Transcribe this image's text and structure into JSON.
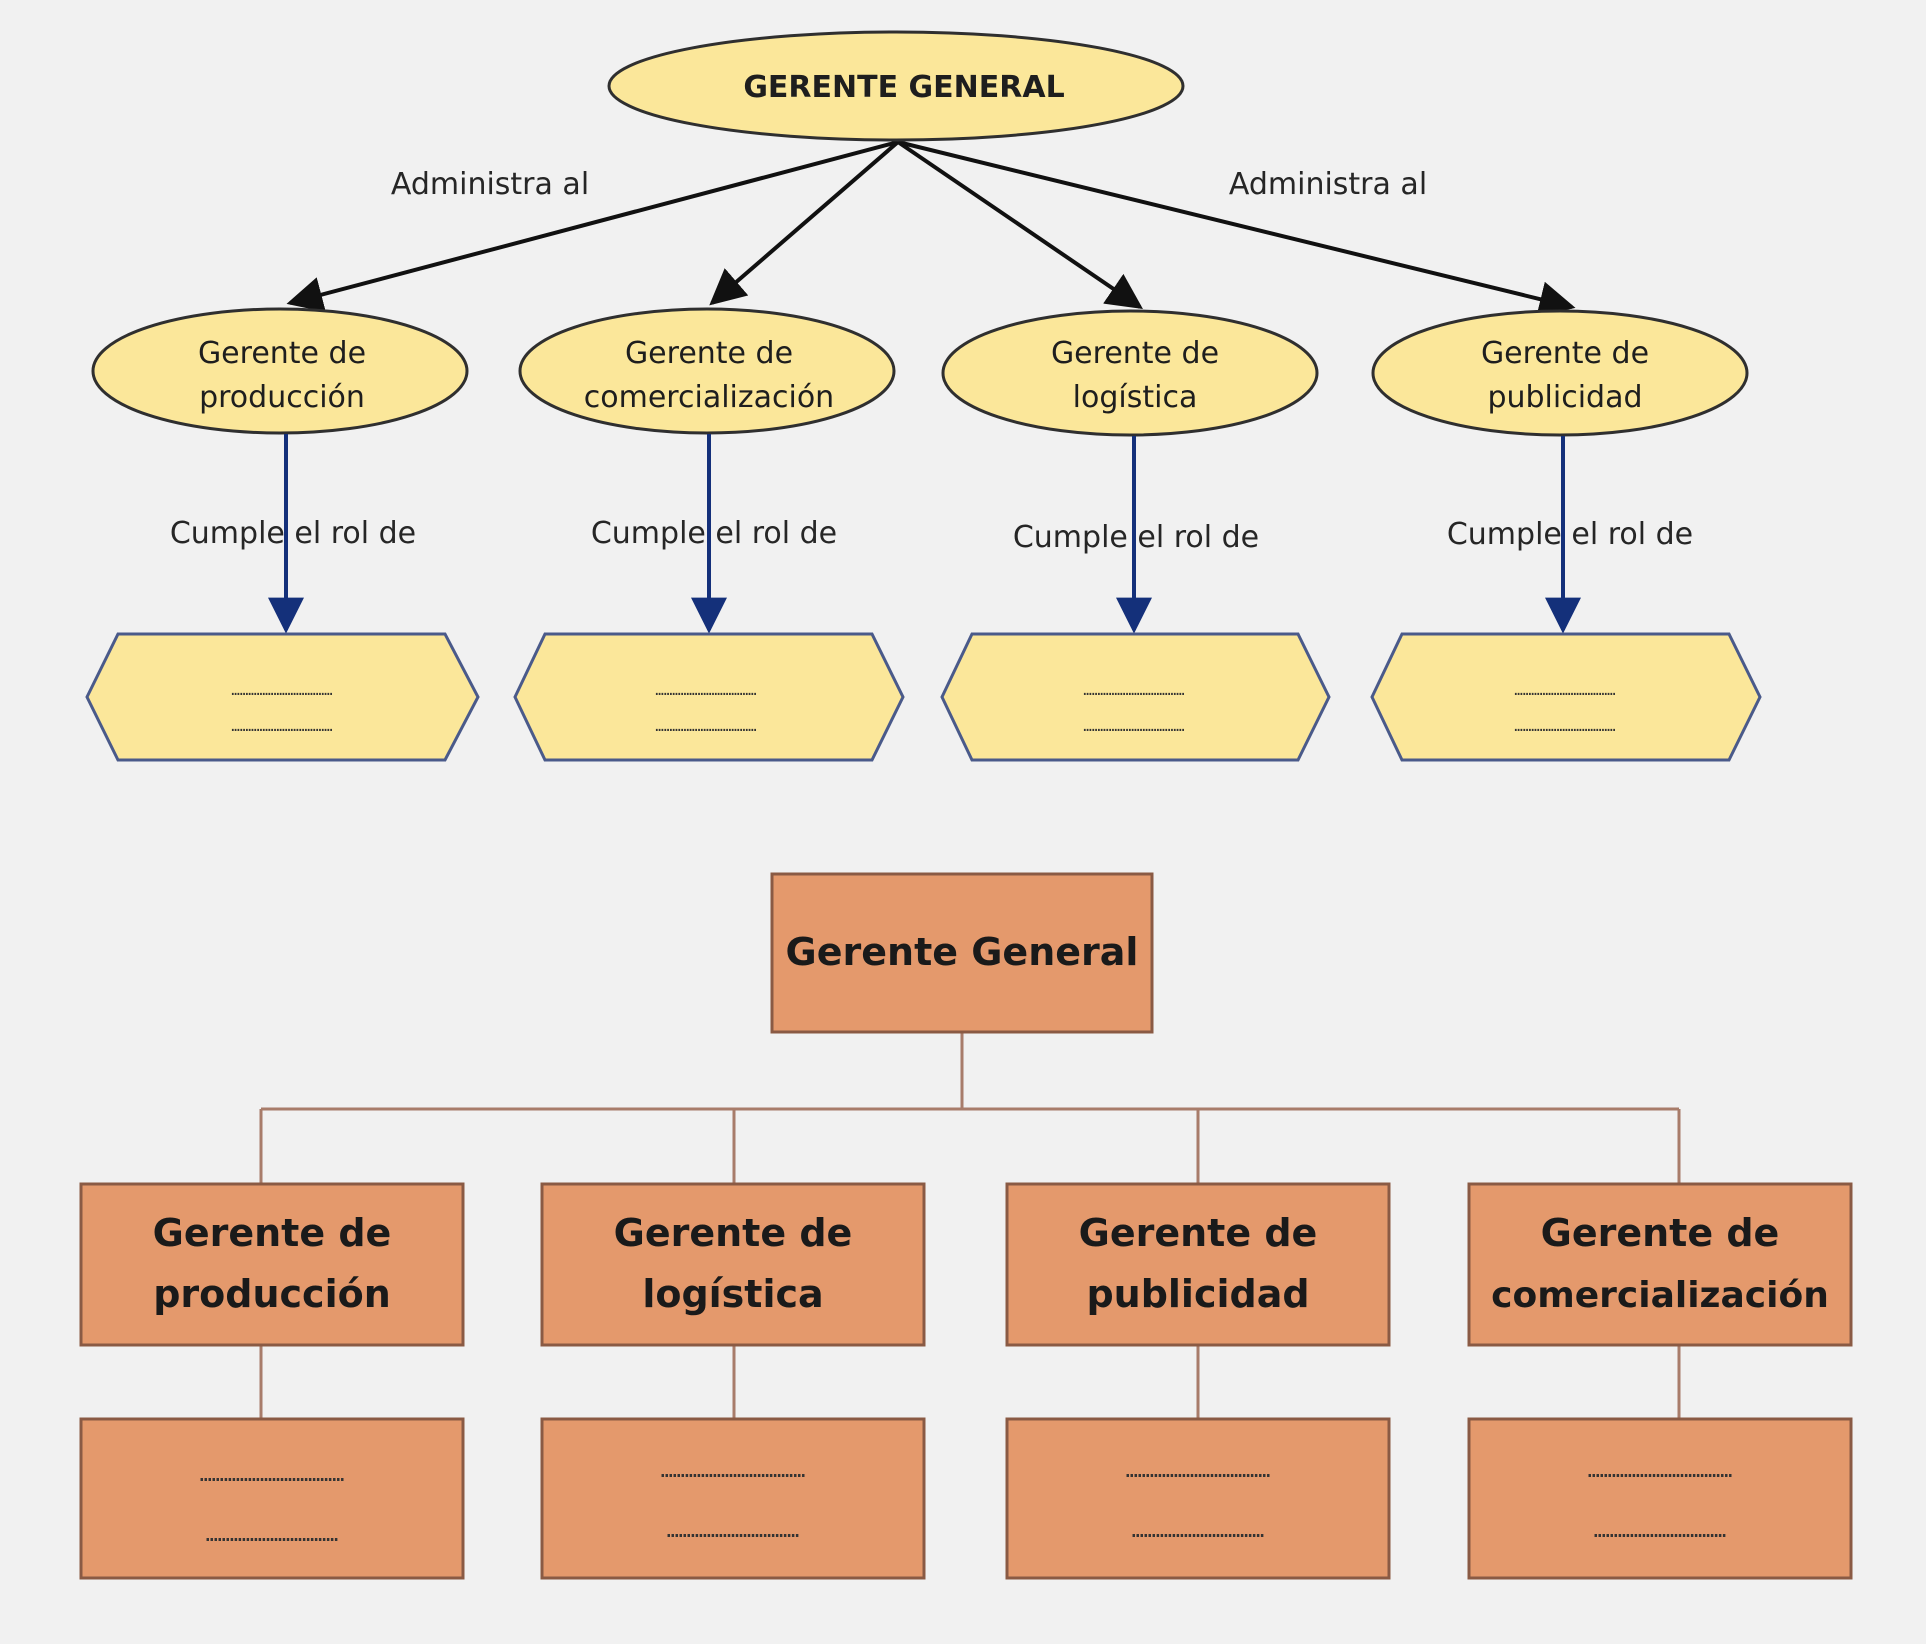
{
  "colors": {
    "ellipse_fill": "#fbe79a",
    "ellipse_stroke": "#2f2f2f",
    "hex_stroke": "#4a5a8a",
    "role_arrow": "#14307a",
    "box_fill": "#e4996c",
    "box_stroke": "#8a5a44",
    "connector": "#a87c6a",
    "background": "#f1f1f1"
  },
  "concept_map": {
    "root": {
      "label": "GERENTE GENERAL"
    },
    "edge_label_left": "Administra al",
    "edge_label_right": "Administra al",
    "children": [
      {
        "label_line1": "Gerente de",
        "label_line2": "producción",
        "role_label": "Cumple el rol de",
        "role_line1": "………………………………",
        "role_line2": "………………………………"
      },
      {
        "label_line1": "Gerente de",
        "label_line2": "comercialización",
        "role_label": "Cumple el rol de",
        "role_line1": "………………………………",
        "role_line2": "………………………………"
      },
      {
        "label_line1": "Gerente de",
        "label_line2": "logística",
        "role_label": "Cumple el rol de",
        "role_line1": "………………………………",
        "role_line2": "………………………………"
      },
      {
        "label_line1": "Gerente de",
        "label_line2": "publicidad",
        "role_label": "Cumple el rol de",
        "role_line1": "………………………………",
        "role_line2": "………………………………"
      }
    ]
  },
  "org_chart": {
    "root": {
      "label": "Gerente General"
    },
    "children": [
      {
        "label_line1": "Gerente de",
        "label_line2": "producción",
        "slot_line1": "………………………………",
        "slot_line2": "……………………………"
      },
      {
        "label_line1": "Gerente de",
        "label_line2": "logística",
        "slot_line1": "………………………………",
        "slot_line2": "……………………………"
      },
      {
        "label_line1": "Gerente de",
        "label_line2": "publicidad",
        "slot_line1": "………………………………",
        "slot_line2": "……………………………"
      },
      {
        "label_line1": "Gerente de",
        "label_line2": "comercialización",
        "slot_line1": "………………………………",
        "slot_line2": "……………………………"
      }
    ]
  }
}
